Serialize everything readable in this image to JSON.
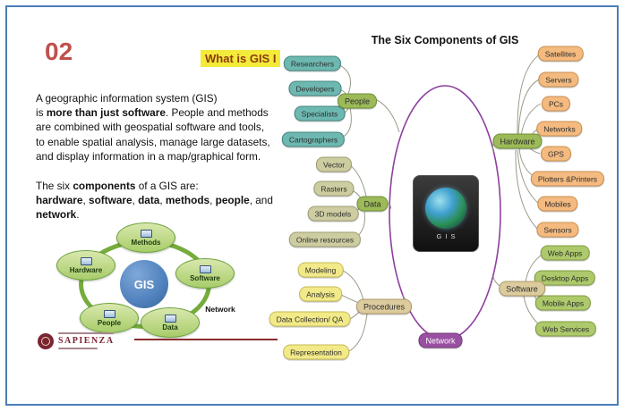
{
  "slide": {
    "number": "02",
    "heading": "What is GIS I",
    "p1": [
      "A geographic information system (GIS)\nis ",
      "more than just software",
      ". People and methods\nare combined with geospatial software and tools,\nto enable spatial analysis, manage large datasets,\nand display information in a map/graphical form."
    ],
    "p2": [
      "The six ",
      "components",
      " of a GIS are:\n",
      "hardware",
      ", ",
      "software",
      ", ",
      "data",
      ", ",
      "methods",
      ", ",
      "people",
      ", and\n",
      "network",
      "."
    ]
  },
  "components_diagram": {
    "center": "GIS",
    "methods": "Methods",
    "hardware": "Hardware",
    "software": "Software",
    "people": "People",
    "data": "Data",
    "network": "Network"
  },
  "logo": {
    "wordmark": "SAPIENZA"
  },
  "mindmap": {
    "title": "The Six Components of GIS",
    "center": "GIS",
    "people": {
      "label": "People",
      "children": [
        "Researchers",
        "Developers",
        "Specialists",
        "Cartographers"
      ]
    },
    "data": {
      "label": "Data",
      "children": [
        "Vector",
        "Rasters",
        "3D models",
        "Online resources"
      ]
    },
    "procedures": {
      "label": "Procedures",
      "children": [
        "Modeling",
        "Analysis",
        "Data Collection/ QA",
        "Representation"
      ]
    },
    "hardware": {
      "label": "Hardware",
      "children": [
        "Satellites",
        "Servers",
        "PCs",
        "Networks",
        "GPS",
        "Plotters &Printers",
        "Mobiles",
        "Sensors"
      ]
    },
    "software": {
      "label": "Software",
      "children": [
        "Web Apps",
        "Desktop Apps",
        "Mobile Apps",
        "Web Services"
      ]
    },
    "network": {
      "label": "Network"
    }
  },
  "colors": {
    "slide_border": "#4a7db5",
    "number_red": "#c0504d",
    "highlight_yellow": "#f3ea3a",
    "gis_circle_blue": "#4f81bd",
    "ring_green": "#76ac3c",
    "ellipse_purple": "#8e3f9e",
    "node_teal": "#6db8b1",
    "node_green": "#9cba58",
    "node_olive": "#cdcda1",
    "node_beige": "#dccb9d",
    "node_yellow": "#f2e988",
    "node_orange": "#f4ba7f",
    "node_lightgreen": "#adc96b",
    "node_purple": "#9a50a2"
  }
}
